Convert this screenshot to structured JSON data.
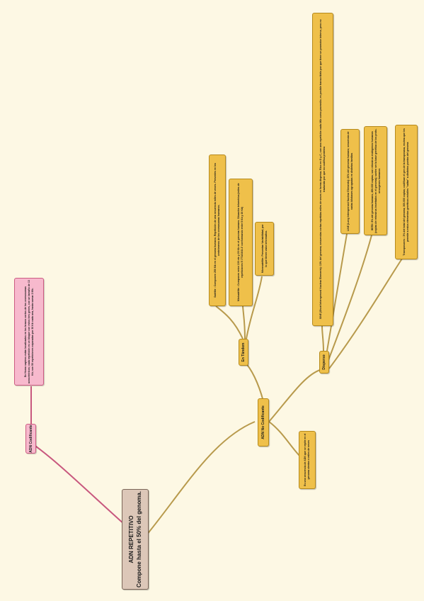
{
  "root": {
    "title": "ADN REPETITIVO",
    "subtitle": "Compone hasta el 50% del genoma."
  },
  "coding": {
    "label": "ADN Codificante",
    "detail": "En Homo sapiens están localizados en los brazos cortos de los cromosomas acrocéntricos; cada repetición es un bloque con estos tres genes, con un tamaño de 13 Kb; son 50 repeticiones separadas por 30 Kb cada una, hasta sumar 2 Mb."
  },
  "noncoding": {
    "label": "ADN No Codificante",
    "definition": "Es una secuencia de ADN que se repite en el genoma cientos o miles de veces",
    "tandem": {
      "label": "En Tándem",
      "satellite": "Satélite : Componen 250 Mb en el genoma humano. Repetición de una secuencia miles de veces. Presentes en los centrómeros de los cromosomas humanos.",
      "minisatellite": "Minisatélite : Componen entre 100 nts y 20 Kb en el genoma humano. Situación telomérica (miles de repeticiones 5'-TTAGGG-3' conformando entre 5 Kb y 20 Kb)",
      "microsatellite": "Microsatélite: Presentan Variabilidad, por lo que tienen valor informativo."
    },
    "dispersed": {
      "label": "Disperso",
      "sine": "SINE (Short Interspersed Nuclear Elements): 13% del genoma; secuencias cortas repetidas miles de veces en forma dispersa. Rico en G y C, con una repetición cada 4Kb como promedio; es posible transcribirlo por que tiene un promotor interno, pero no traducido por que no codifica proteína",
      "line": "LINE (Long Interspersed Nuclear Elements): 20% del genoma humano; secuencia de varias kilobases agrupadas en distintas familias",
      "herv": "HERV: 8% del genoma humano, 450.000 copias; son retrovirus endógenos humanos (copias de retrovirus insertados en el genoma); suelen ser la base genética de los proto-oncogenes humanos",
      "transposons": "Transposones : 3% del total del genoma; 300.000 copias; codifican el gen de la transposasa, enzima que les permite a estos elementos genéticos móviles \"saltar\" a distintos puntos del genoma"
    }
  },
  "colors": {
    "background": "#fdf8e4",
    "yellow_node": "#efc04a",
    "yellow_link": "#b89a4c",
    "pink_node": "#f7b9cd",
    "pink_link": "#c8587e",
    "root_node": "#dcc7b8"
  }
}
